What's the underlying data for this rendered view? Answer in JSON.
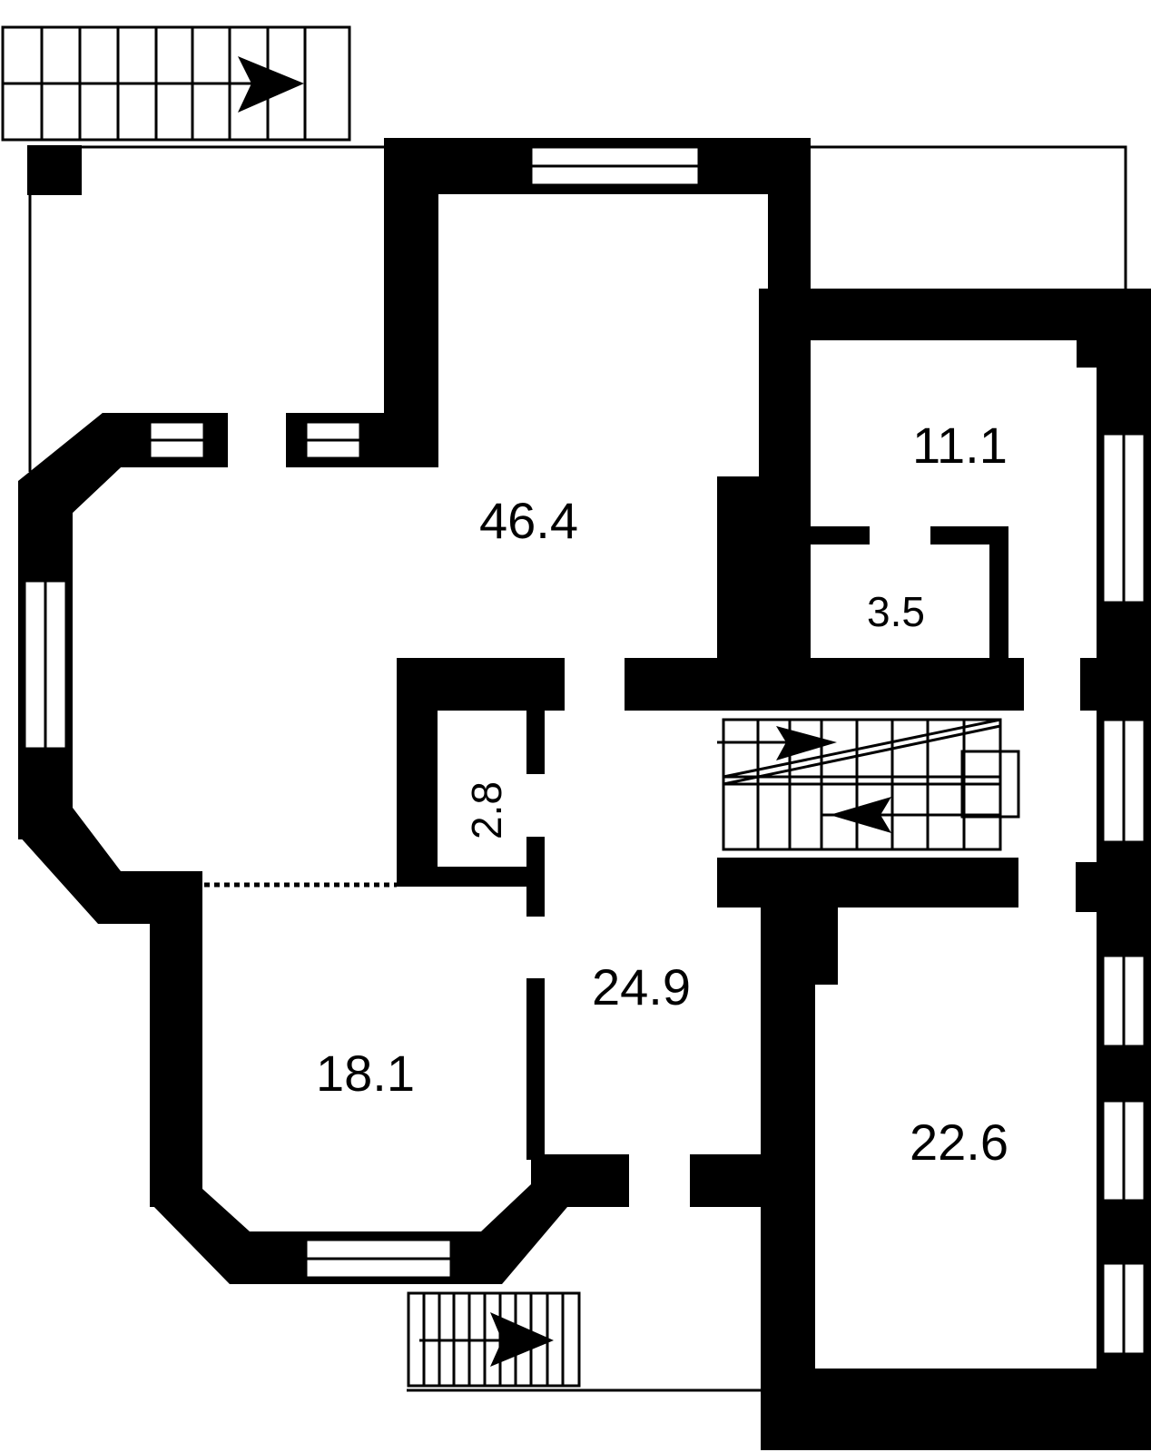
{
  "colors": {
    "wall": "#000000",
    "background": "#ffffff",
    "line": "#000000"
  },
  "rooms": [
    {
      "id": "room-main-hall",
      "area": "46.4"
    },
    {
      "id": "room-northeast",
      "area": "11.1"
    },
    {
      "id": "room-closet-east",
      "area": "3.5"
    },
    {
      "id": "room-closet-center",
      "area": "2.8"
    },
    {
      "id": "room-corridor",
      "area": "24.9"
    },
    {
      "id": "room-southwest",
      "area": "18.1"
    },
    {
      "id": "room-southeast",
      "area": "22.6"
    }
  ]
}
